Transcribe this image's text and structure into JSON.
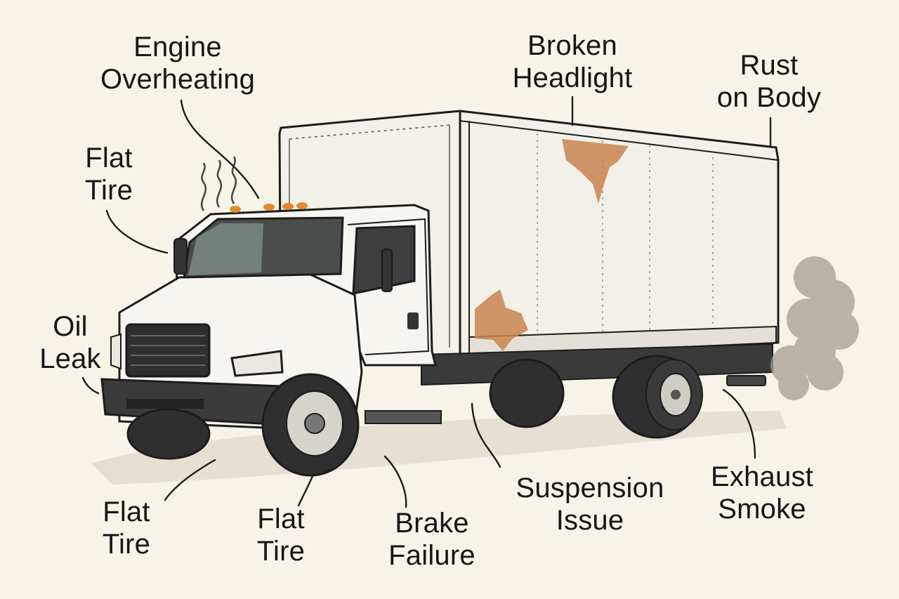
{
  "labels": {
    "engine_overheating": [
      "Engine",
      "Overheating"
    ],
    "broken_headlight": [
      "Broken",
      "Headlight"
    ],
    "rust_on_body": [
      "Rust",
      "on Body"
    ],
    "flat_tire_upper": [
      "Flat",
      "Tire"
    ],
    "oil_leak": [
      "Oil",
      "Leak"
    ],
    "flat_tire_lower_left": [
      "Flat",
      "Tire"
    ],
    "flat_tire_lower_mid": [
      "Flat",
      "Tire"
    ],
    "brake_failure": [
      "Brake",
      "Failure"
    ],
    "suspension_issue": [
      "Suspension",
      "Issue"
    ],
    "exhaust_smoke": [
      "Exhaust",
      "Smoke"
    ]
  },
  "colors": {
    "background": "#f7f3e7",
    "ink": "#1c1c1c",
    "truck_body": "#f3f1ea",
    "rust": "#c9834d",
    "smoke": "#9a948c",
    "tire": "#2f2f2f"
  }
}
